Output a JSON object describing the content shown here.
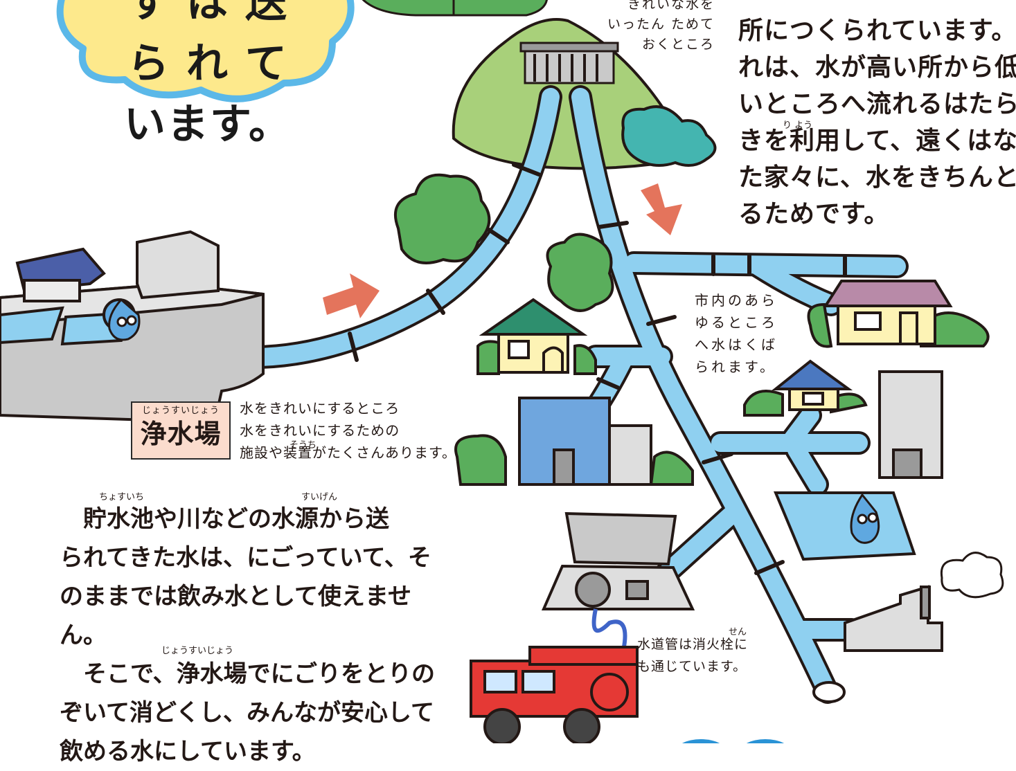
{
  "cloud": {
    "lines": [
      "す は 送 ら れ て",
      "います。"
    ]
  },
  "reservoir_label": {
    "lines": [
      "きれいな水を",
      "いったん ためて",
      "おくところ"
    ]
  },
  "right_paragraph": {
    "lines": [
      "所につくられています。こ",
      "れは、水が高い所から低",
      "いところへ流れるはたら",
      "きを利用して、遠くはなれ",
      "た家々に、水をきちんと送",
      "るためです。"
    ],
    "ruby_riyou": "り よう"
  },
  "city_note": {
    "lines": [
      "市内のあら",
      "ゆるところ",
      "へ水はくば",
      "られます。"
    ]
  },
  "hydrant_note": {
    "lines": [
      "水道管は消火栓に",
      "も通じています。"
    ],
    "ruby_sen": "せん"
  },
  "plant": {
    "ruby": "じょうすいじょう",
    "title": "浄水場",
    "desc_lines": [
      "水をきれいにするところ",
      "水をきれいにするための",
      "施設や装置がたくさんあります。"
    ],
    "ruby_souchi": "そうち"
  },
  "main_text": {
    "lines": [
      "貯水池や川などの水源から送",
      "られてきた水は、にごっていて、そ",
      "のままでは飲み水として使えませ",
      "ん。",
      "そこで、浄水場でにごりをとりの",
      "ぞいて消どくし、みんなが安心して",
      "飲める水にしています。"
    ],
    "ruby_chosuichi": "ちょすいち",
    "ruby_suigen": "すいげん",
    "ruby_jousuijou": "じょうすいじょう"
  },
  "colors": {
    "pipe": "#8fd0f0",
    "hill": "#a8d07a",
    "tree": "#5aae5c",
    "cloud_fill": "#fde98c",
    "cloud_border": "#5bb8e8",
    "arrow": "#e4745c",
    "building_blue": "#6fa6de",
    "house_cream": "#fdf3b5",
    "fire_truck": "#e53935"
  }
}
